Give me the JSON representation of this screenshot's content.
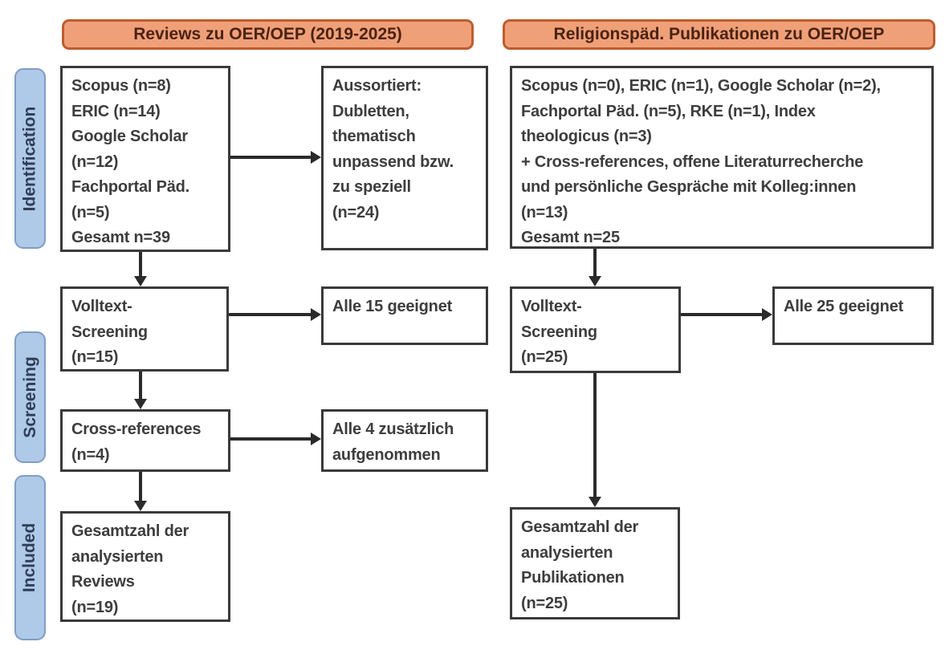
{
  "headers": {
    "left": "Reviews zu OER/OEP (2019-2025)",
    "right": "Religionspäd. Publikationen zu OER/OEP"
  },
  "stages": {
    "identification": "Identification",
    "screening": "Screening",
    "included": "Included"
  },
  "boxes": {
    "id_left": {
      "lines": [
        "Scopus (n=8)",
        "ERIC (n=14)",
        "Google Scholar",
        "(n=12)",
        "Fachportal Päd.",
        "(n=5)",
        "Gesamt n=39"
      ]
    },
    "id_excluded": {
      "lines": [
        "Aussortiert:",
        "Dubletten,",
        "thematisch",
        "unpassend bzw.",
        "zu speziell",
        "(n=24)"
      ]
    },
    "id_right": {
      "lines": [
        "Scopus (n=0), ERIC (n=1), Google Scholar (n=2),",
        "Fachportal Päd. (n=5), RKE (n=1), Index",
        "theologicus (n=3)",
        "+ Cross-references, offene Literaturrecherche",
        "und persönliche Gespräche mit Kolleg:innen",
        "(n=13)",
        "Gesamt n=25"
      ]
    },
    "screening_left": {
      "lines": [
        "Volltext-",
        "Screening",
        "(n=15)"
      ]
    },
    "screening_left_result": {
      "lines": [
        "Alle 15 geeignet"
      ]
    },
    "screening_right": {
      "lines": [
        "Volltext-",
        "Screening",
        "(n=25)"
      ]
    },
    "screening_right_result": {
      "lines": [
        "Alle 25 geeignet"
      ]
    },
    "crossref": {
      "lines": [
        "Cross-references",
        "(n=4)"
      ]
    },
    "crossref_result": {
      "lines": [
        "Alle 4 zusätzlich",
        "aufgenommen"
      ]
    },
    "included_left": {
      "lines": [
        "Gesamtzahl der",
        "analysierten",
        "Reviews",
        "(n=19)"
      ]
    },
    "included_right": {
      "lines": [
        "Gesamtzahl der",
        "analysierten",
        "Publikationen",
        "(n=25)"
      ]
    }
  },
  "colors": {
    "header_fill": "#F0A078",
    "header_border": "#BE5C2F",
    "header_text": "#4A2313",
    "stage_fill": "#AFC9E9",
    "stage_border": "#7F9DC4",
    "stage_text": "#2F3D55",
    "box_border": "#3A3A3A",
    "box_text": "#3D3D3D",
    "arrow": "#2B2B2B",
    "background": "#FFFFFF"
  }
}
